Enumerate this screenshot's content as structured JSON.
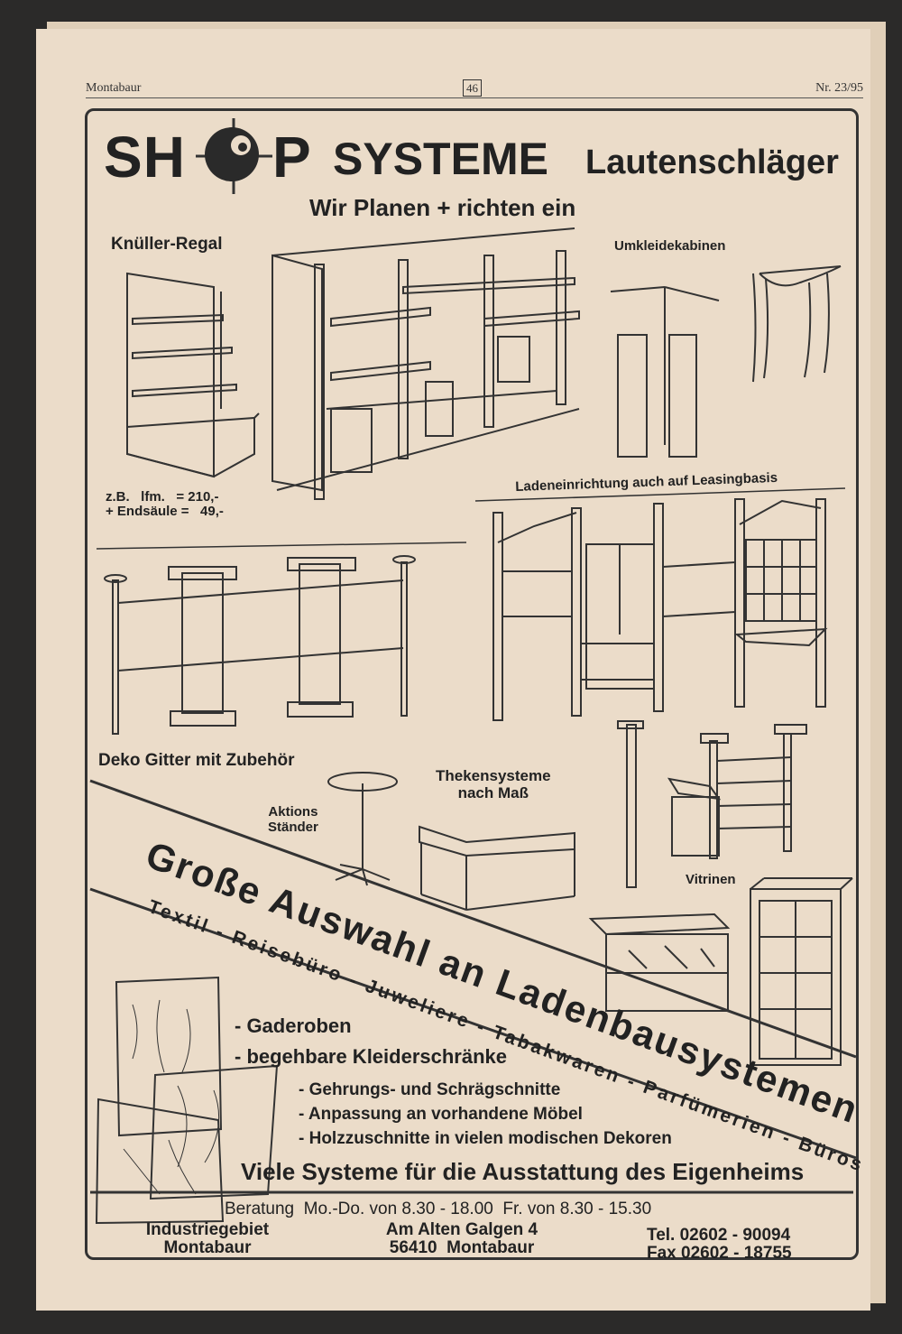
{
  "running_head": {
    "left": "Montabaur",
    "page_number": "46",
    "right": "Nr. 23/95"
  },
  "logo": {
    "shop_left": "SH",
    "shop_right": "P",
    "systeme": "SYSTEME",
    "name": "Lautenschläger"
  },
  "slogan": "Wir Planen + richten ein",
  "sections": {
    "knueller": "Knüller-Regal",
    "umkleide": "Umkleidekabinen",
    "leasing": "Ladeneinrichtung auch auf Leasingbasis",
    "deko": "Deko Gitter mit Zubehör",
    "aktions_1": "Aktions",
    "aktions_2": "Ständer",
    "theken_1": "Thekensysteme",
    "theken_2": "nach Maß",
    "vitrinen": "Vitrinen"
  },
  "price": {
    "line1": "z.B.   lfm.   = 210,-",
    "line2": "+ Endsäule =   49,-"
  },
  "diagonal": {
    "headline": "Große Auswahl an Ladenbausystemen",
    "branches": "Textil - Reisebüro - Juweliere - Tabakwaren - Parfümerien - Büros"
  },
  "services": [
    "- Gaderoben",
    "- begehbare Kleiderschränke"
  ],
  "services_sub": [
    "- Gehrungs- und Schrägschnitte",
    "- Anpassung an vorhandene Möbel",
    "- Holzzuschnitte in vielen modischen Dekoren"
  ],
  "tagline": "Viele Systeme für die Ausstattung des Eigenheims",
  "hours": "Beratung  Mo.-Do. von 8.30 - 18.00  Fr. von 8.30 - 15.30",
  "footer": {
    "area_1": "Industriegebiet",
    "area_2": "Montabaur",
    "street_1": "Am Alten Galgen 4",
    "street_2": "56410  Montabaur",
    "tel": "Tel. 02602 - 90094",
    "fax": "Fax 02602 - 18755"
  },
  "colors": {
    "paper": "#ebdcc9",
    "ink": "#222222",
    "background": "#2b2a29"
  }
}
